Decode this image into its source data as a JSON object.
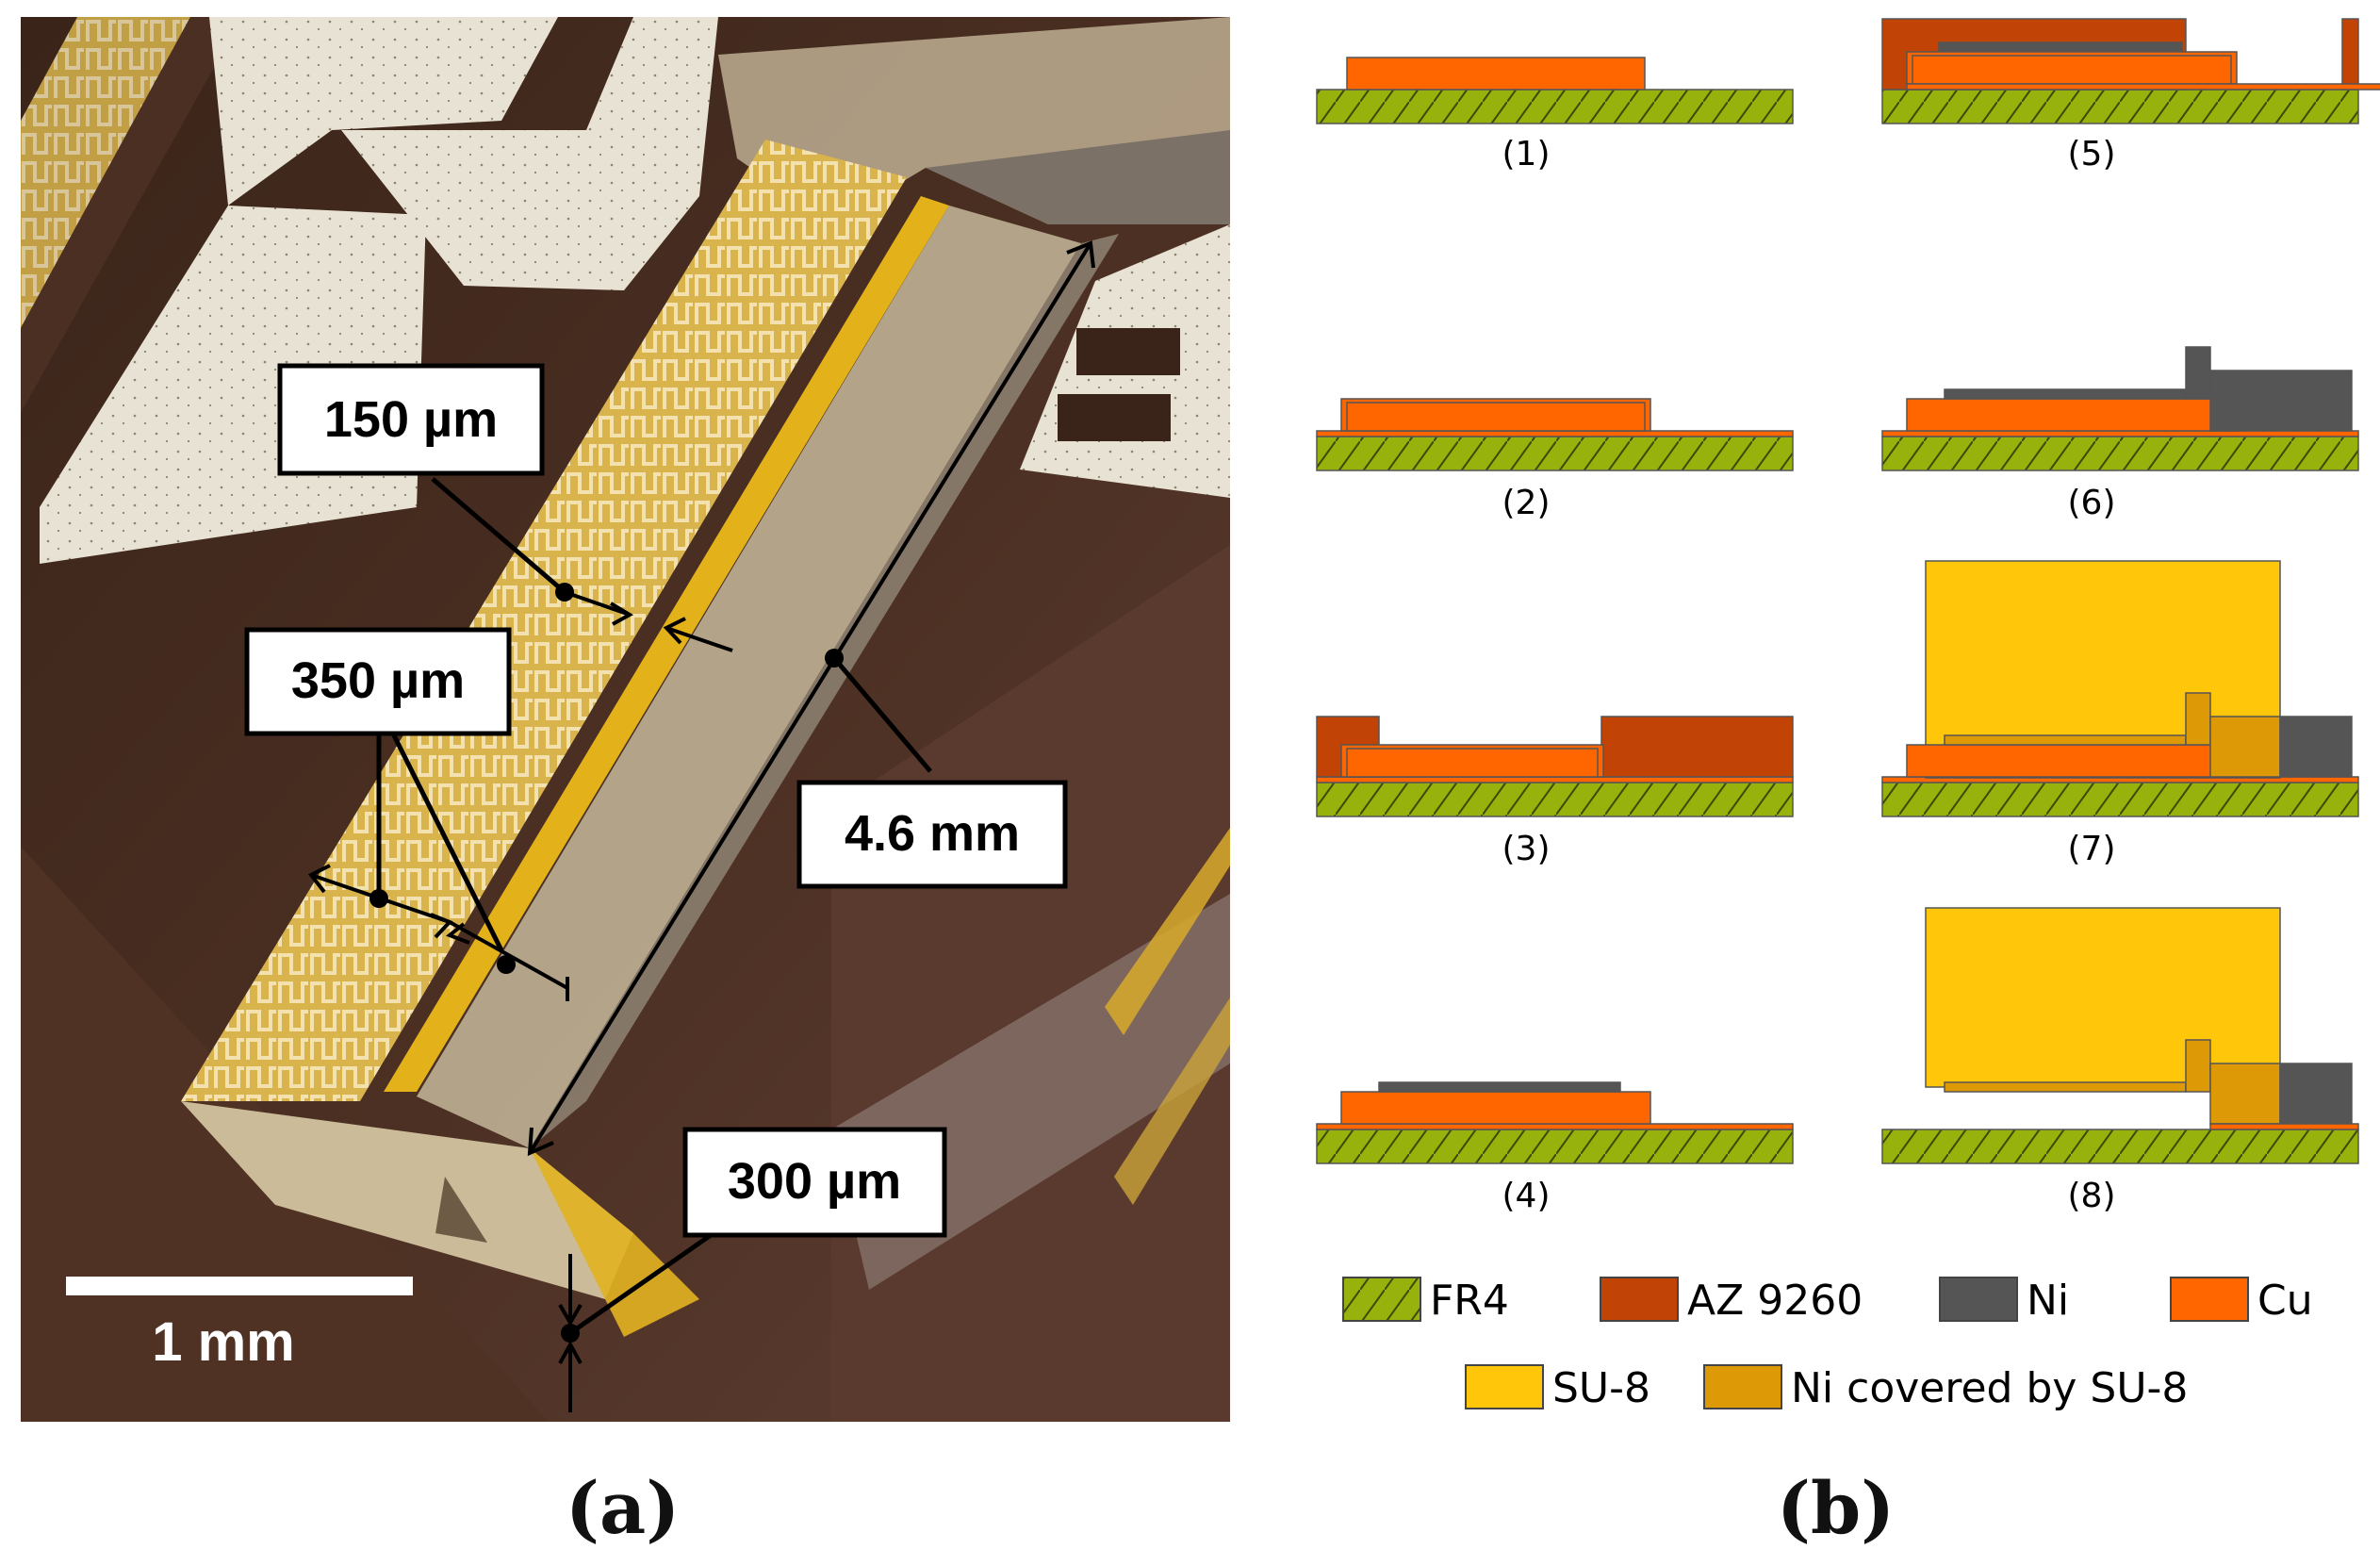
{
  "photo": {
    "annotations": {
      "d150": "150 µm",
      "d350": "350 µm",
      "d46": "4.6 mm",
      "d300": "300 µm"
    },
    "scalebar": "1 mm"
  },
  "process": {
    "steps": [
      "(1)",
      "(2)",
      "(3)",
      "(4)",
      "(5)",
      "(6)",
      "(7)",
      "(8)"
    ]
  },
  "legend": [
    {
      "label": "FR4",
      "color": "#98b20d",
      "hatched": true
    },
    {
      "label": "AZ 9260",
      "color": "#c14406"
    },
    {
      "label": "Ni",
      "color": "#555555"
    },
    {
      "label": "Cu",
      "color": "#ff6600"
    },
    {
      "label": "SU-8",
      "color": "#ffc60a"
    },
    {
      "label": "Ni covered by SU-8",
      "color": "#de9a06"
    }
  ],
  "panels": {
    "a": "(a)",
    "b": "(b)"
  }
}
